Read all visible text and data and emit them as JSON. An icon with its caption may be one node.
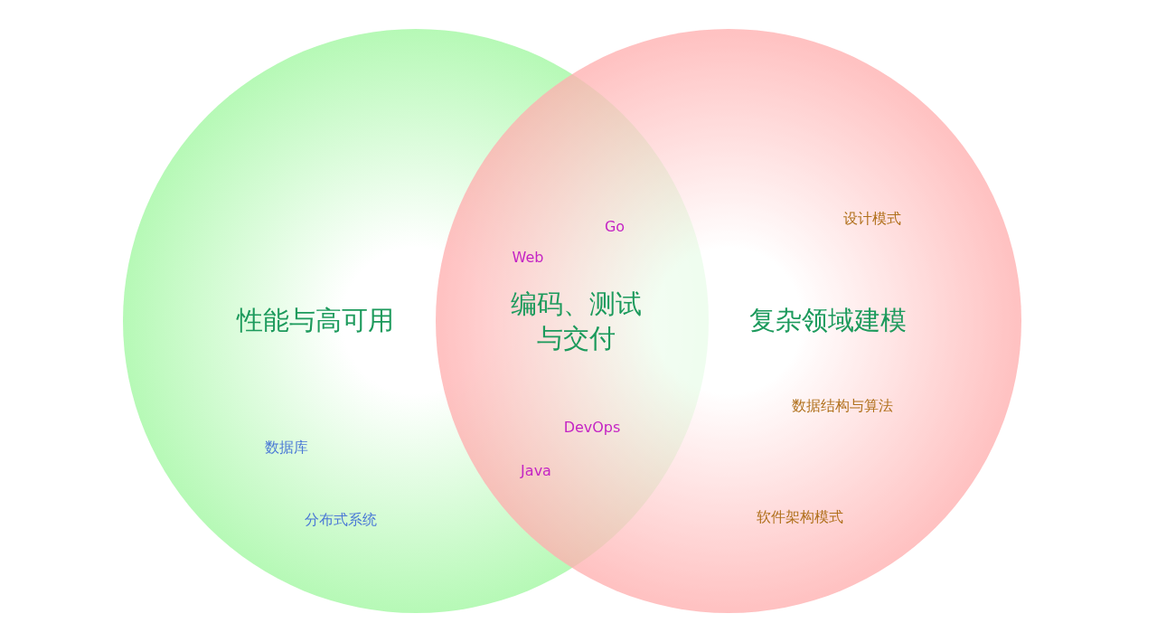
{
  "diagram": {
    "nodes": [
      {
        "text": [
          "性能与高可用",
          "数据库",
          "分布式系统"
        ]
      },
      {
        "text": [
          "设计模式",
          "复杂领域建模",
          "数据结构与算法",
          "软件架构模式"
        ]
      }
    ],
    "edges": [],
    "labels": [
      "Go",
      "Web",
      "编码、测试与交付",
      "DevOps",
      "Java"
    ]
  }
}
